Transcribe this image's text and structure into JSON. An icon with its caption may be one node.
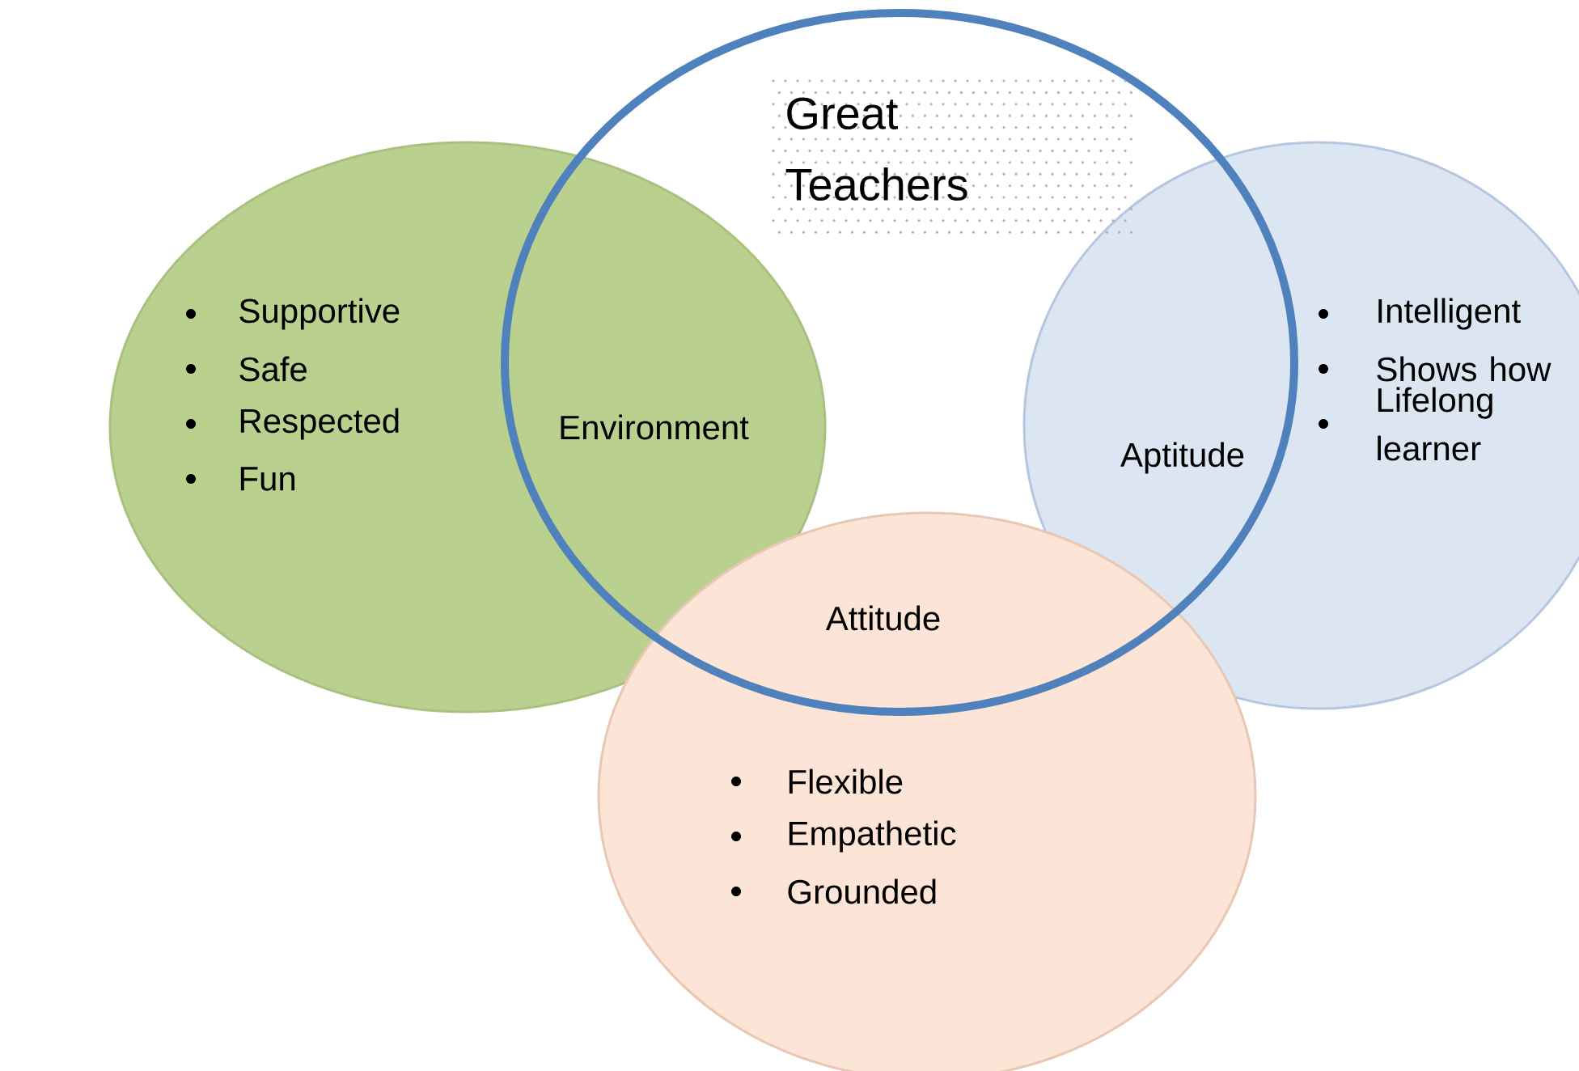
{
  "diagram": {
    "nodes": [
      {
        "text": [
          "Great Teachers"
        ]
      },
      {
        "text": [
          "Environment",
          "Supportive",
          "Safe",
          "Respected",
          "Fun"
        ]
      },
      {
        "text": [
          "Aptitude",
          "Intelligent",
          "Shows how",
          "Lifelong learner"
        ]
      },
      {
        "text": [
          "Attitude",
          "Flexible",
          "Empathetic",
          "Grounded"
        ]
      }
    ]
  }
}
